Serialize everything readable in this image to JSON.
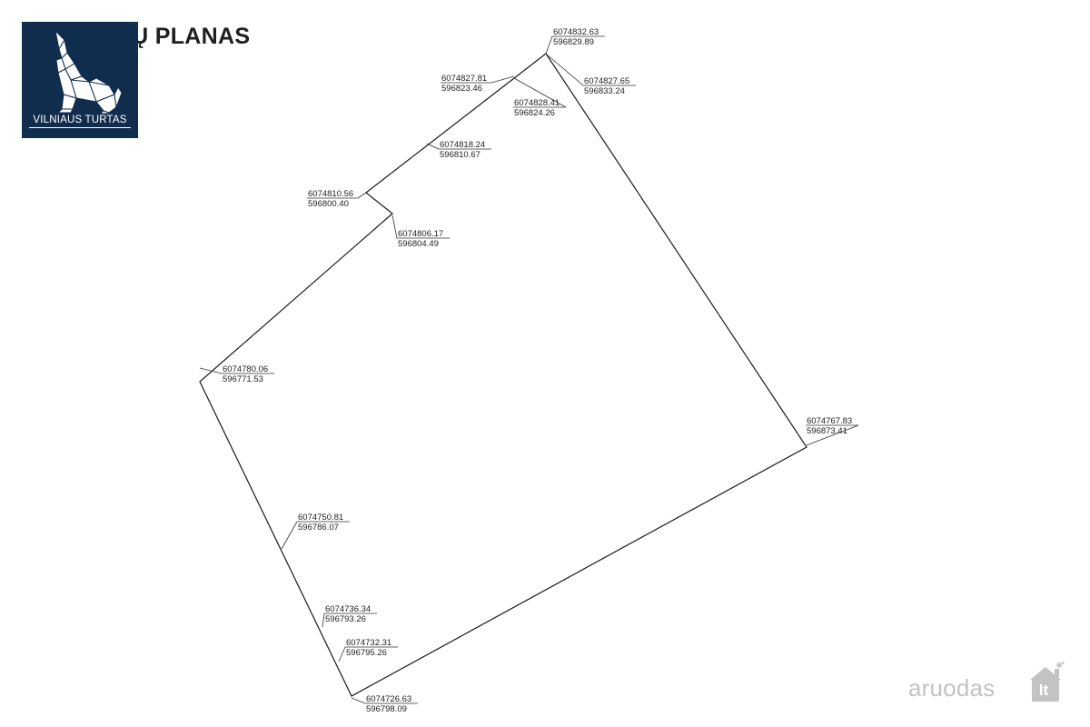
{
  "title": "KLIŪČIŲ PLANAS",
  "logo": {
    "text": "VILNIAUS TURTAS",
    "icon": "howling-wolf-icon",
    "bg_color": "#112d4e"
  },
  "watermark": {
    "text": "aruodas",
    "badge": "lt",
    "icon": "house-chimney-icon",
    "color": "#c3c3c3"
  },
  "coordinates": [
    {
      "x": "6074832.63",
      "y": "596829.89"
    },
    {
      "x": "6074827.81",
      "y": "596823.46"
    },
    {
      "x": "6074827.65",
      "y": "596833.24"
    },
    {
      "x": "6074828.41",
      "y": "596824.26"
    },
    {
      "x": "6074818.24",
      "y": "596810.67"
    },
    {
      "x": "6074810.56",
      "y": "596800.40"
    },
    {
      "x": "6074806.17",
      "y": "596804.49"
    },
    {
      "x": "6074780.06",
      "y": "596771.53"
    },
    {
      "x": "6074767.83",
      "y": "596873.41"
    },
    {
      "x": "6074750.81",
      "y": "596786.07"
    },
    {
      "x": "6074736.34",
      "y": "596793.26"
    },
    {
      "x": "6074732.31",
      "y": "596795.26"
    },
    {
      "x": "6074726.63",
      "y": "596798.09"
    }
  ]
}
